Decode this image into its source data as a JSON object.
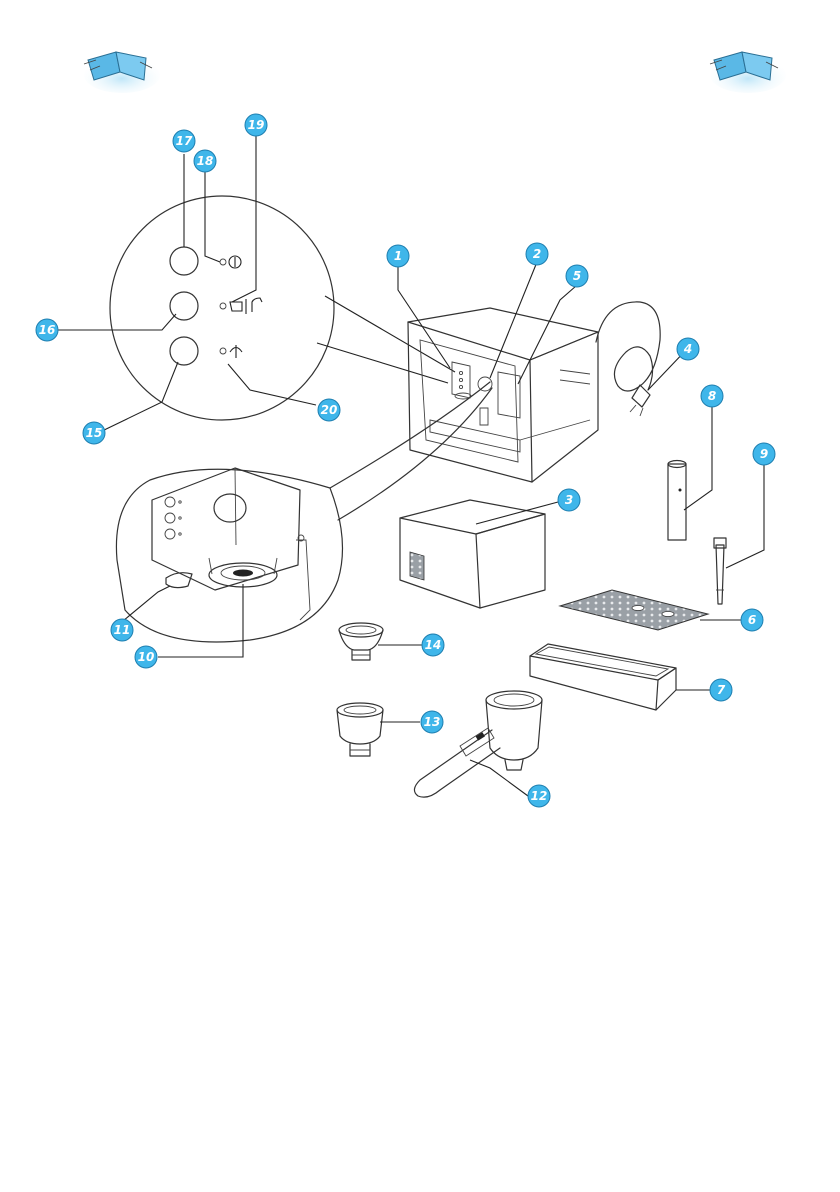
{
  "labels": [
    "1",
    "2",
    "3",
    "4",
    "5",
    "6",
    "7",
    "8",
    "9",
    "10",
    "11",
    "12",
    "13",
    "14",
    "15",
    "16",
    "17",
    "18",
    "19",
    "20"
  ],
  "colors": {
    "badge_fill": "#3fb6ea",
    "badge_stroke": "#1f7fb0",
    "book_icon": "#5ab8e6",
    "line": "#333333"
  },
  "icons": [
    "book-icon-left",
    "book-icon-right",
    "power-symbol-icon",
    "cup-steam-icon",
    "steam-symbol-icon"
  ]
}
